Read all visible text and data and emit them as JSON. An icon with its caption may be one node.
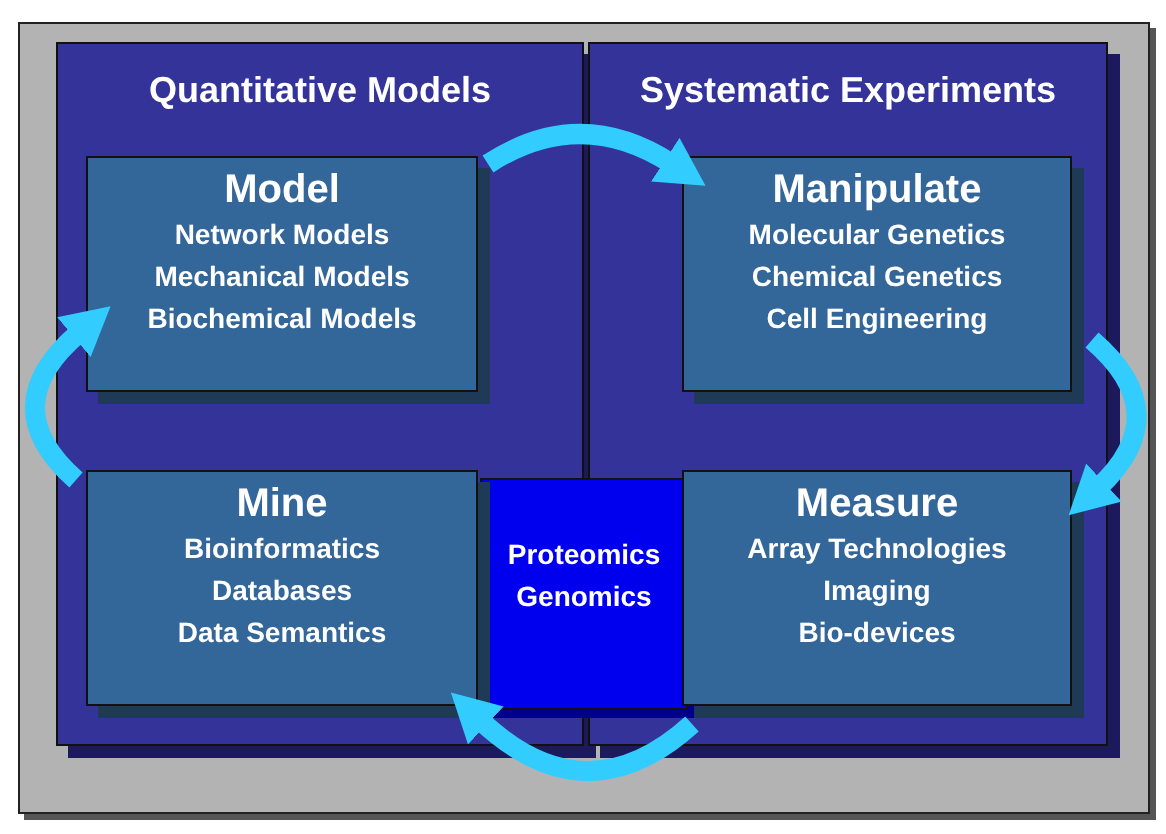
{
  "diagram": {
    "nodes": [
      {
        "text": [
          "Quantitative Models"
        ]
      },
      {
        "text": [
          "Model",
          "Network Models",
          "Mechanical Models",
          "Biochemical Models"
        ],
        "in": 0
      },
      {
        "text": [
          "Mine",
          "Bioinformatics",
          "Databases",
          "Data Semantics"
        ],
        "in": 0
      },
      {
        "text": [
          "Systematic Experiments"
        ]
      },
      {
        "text": [
          "Manipulate",
          "Molecular Genetics",
          "Chemical Genetics",
          "Cell Engineering"
        ],
        "in": 3
      },
      {
        "text": [
          "Measure",
          "Array Technologies",
          "Imaging",
          "Bio-devices"
        ],
        "in": 3
      },
      {
        "text": [
          "Proteomics",
          "Genomics"
        ]
      }
    ],
    "edges": [
      {
        "from": 1,
        "to": 4,
        "arrow": "to"
      },
      {
        "from": 4,
        "to": 5,
        "arrow": "to"
      },
      {
        "from": 5,
        "to": 2,
        "arrow": "to"
      },
      {
        "from": 2,
        "to": 1,
        "arrow": "to"
      }
    ]
  }
}
